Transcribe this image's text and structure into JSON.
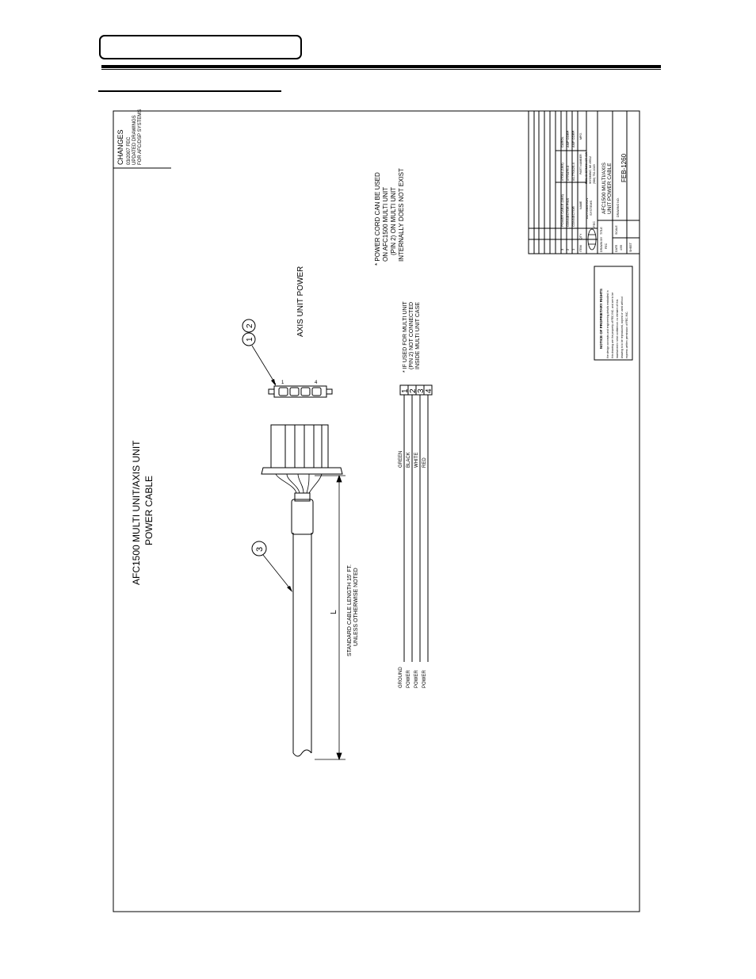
{
  "drawing": {
    "title_line1": "AFC1500 MULTI UNIT/AXIS UNIT",
    "title_line2": "POWER CABLE",
    "connector_label": "AXIS UNIT POWER",
    "balloon_1": "1",
    "balloon_2": "2",
    "balloon_3": "3",
    "pin_first": "1",
    "pin_last": "4",
    "length_letter": "L",
    "length_note_1": "STANDARD CABLE LENGTH 15' FT.",
    "length_note_2": "UNLESS OTHERWISE NOTED",
    "note_a_1": "* IF USED FOR MULTI UNIT",
    "note_a_2": "(PIN 2) NOT CONNECTED",
    "note_a_3": "INSIDE MULTI UNIT CASE",
    "note_b_1": "* POWER CORD CAN BE USED",
    "note_b_2": "ON AFC1500 MULTI UNIT",
    "note_b_3": "(PIN 2) ON MULTI UNIT",
    "note_b_4": "INTERNALLY DOES NOT EXIST"
  },
  "wiring": [
    {
      "pin": "1",
      "color": "GREEN",
      "function": "GROUND"
    },
    {
      "pin": "2",
      "color": "BLACK",
      "function": "POWER"
    },
    {
      "pin": "3",
      "color": "WHITE",
      "function": "POWER"
    },
    {
      "pin": "4",
      "color": "RED",
      "function": "POWER"
    }
  ],
  "changes": {
    "heading": "CHANGES",
    "line1": "03/2007 FEC",
    "line2": "UPDATED DRAWINGS",
    "line3": "FOR AFC/DSP SYSTEMS"
  },
  "title_block": {
    "items": [
      {
        "item": "3",
        "part": "POWER CABLE (18/4)",
        "number": "#7064 (18/3)",
        "vendor": "CAROL"
      },
      {
        "item": "2",
        "part": "CONNECTOR PINS",
        "number": "#770476-0",
        "vendor": "AMP CORP."
      },
      {
        "item": "1",
        "part": "CONNECTOR",
        "number": "#1-770125-4",
        "vendor": "AMP CORP."
      }
    ],
    "col_item": "ITEM",
    "col_qty": "QTY",
    "col_name": "NAME",
    "col_number": "PART NUMBER",
    "col_vendor": "MFG.",
    "company_1": "AUTOMATION",
    "company_2": "SYSTEMS",
    "address_1": "5151 SHERMAN CT. SW",
    "address_2": "WYOMING, MI 49512",
    "address_3": "(586) 752-1020",
    "title_label": "TITLE",
    "title_1": "AFC1500 MULTI/AXIS",
    "title_2": "UNIT POWER CABLE",
    "drawing_no_label": "DRAWING NO.",
    "drawing_no": "FEB-1260",
    "drawn_by_label": "DRAWN BY",
    "drawn_by": "FEC",
    "date_label": "DATE",
    "date": "4/99",
    "scale_label": "SCALE",
    "sheet_label": "SHEET",
    "logo_text": "FEC"
  },
  "proprietary": {
    "heading": "NOTICE OF PROPRIETARY RIGHTS",
    "line1": "the design concepts and engineering details embodied in",
    "line2": "this drawing are the property of FEC INC. and are to be",
    "line3": "maintained in strict confidence. no element of this",
    "line4": "drawing is to be reproduced, copied or used without",
    "line5": "express written permission of FEC INC."
  }
}
